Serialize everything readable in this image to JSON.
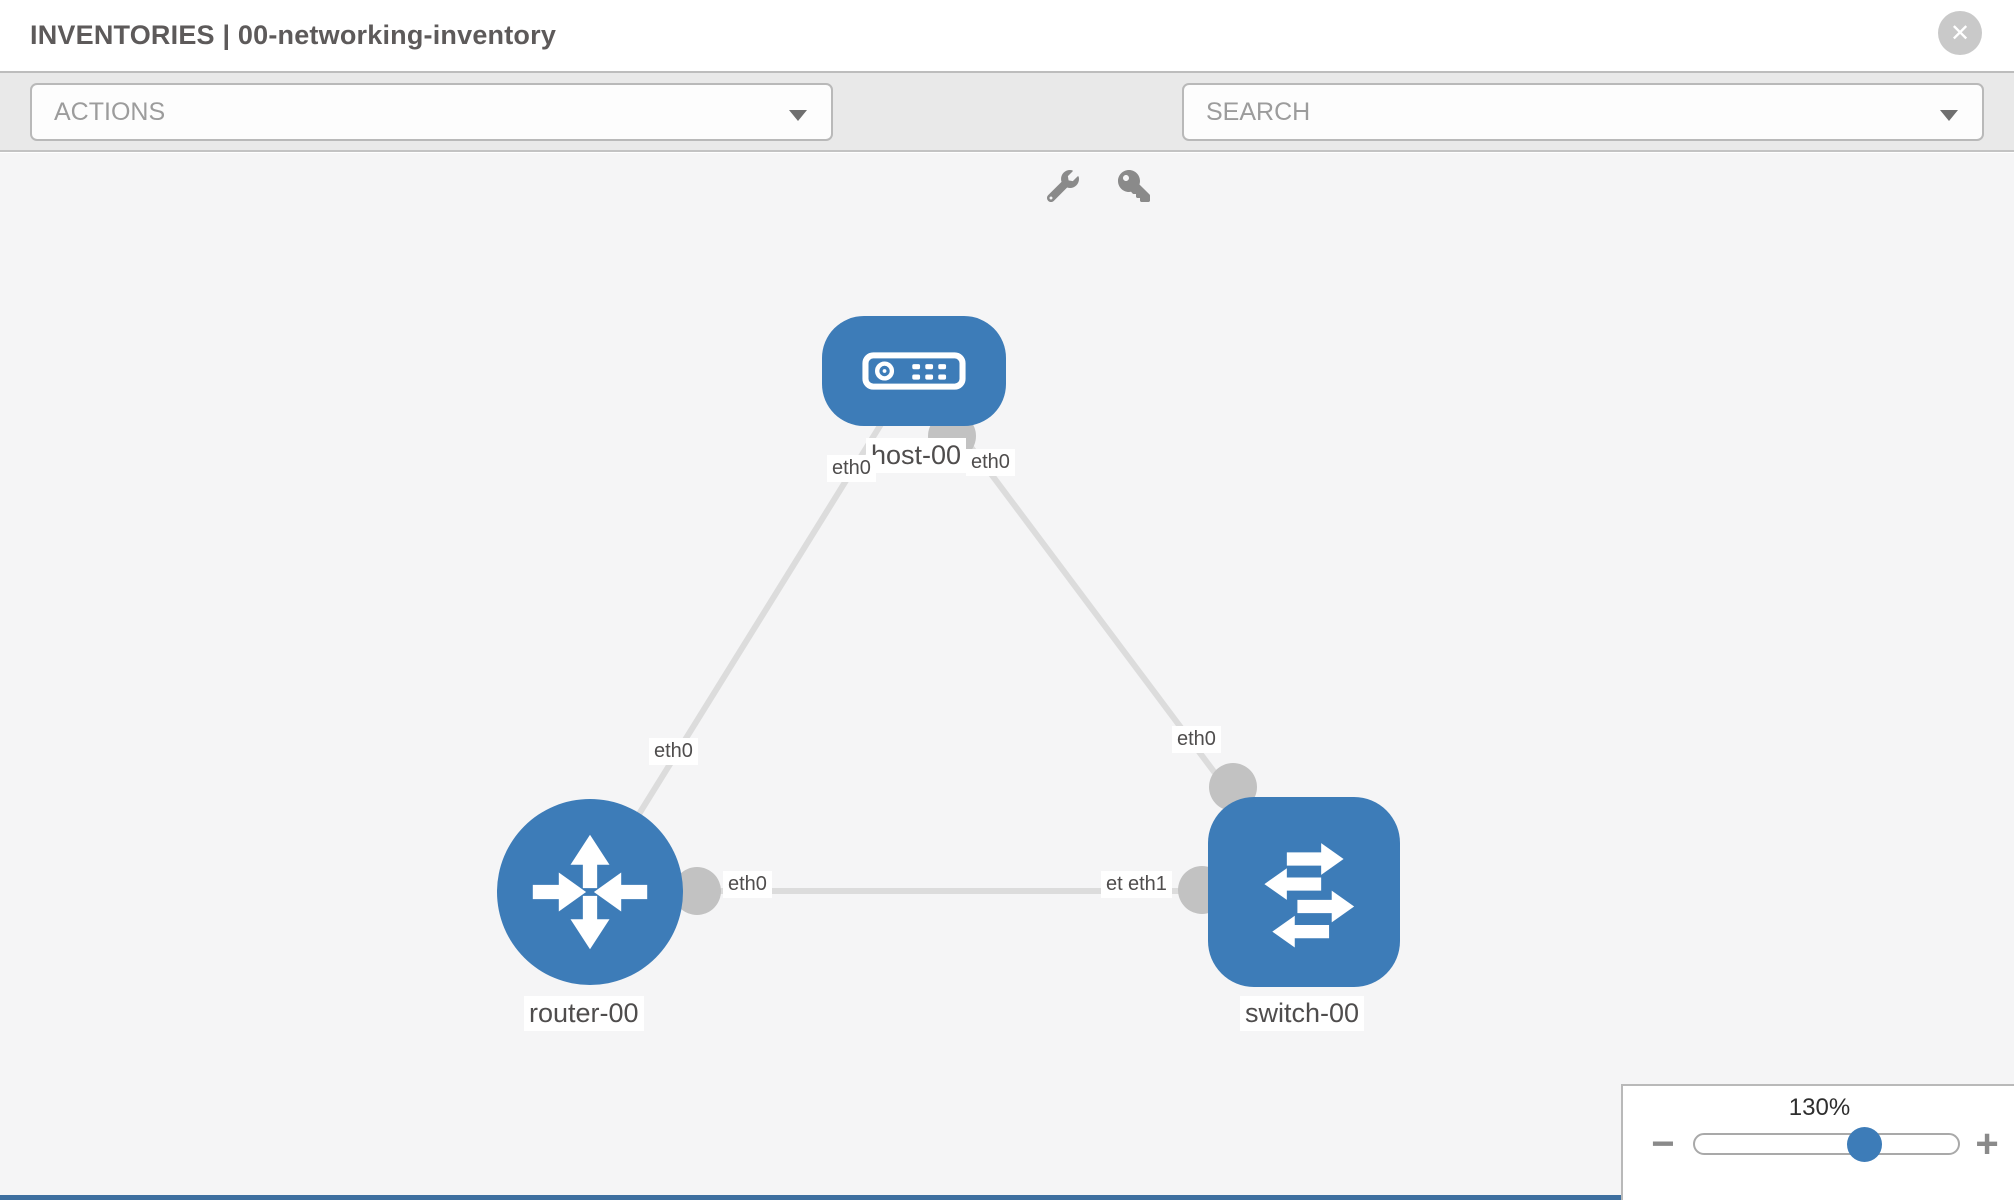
{
  "header": {
    "title": "INVENTORIES | 00-networking-inventory",
    "close_glyph": "✕"
  },
  "toolbar": {
    "actions_placeholder": "ACTIONS",
    "search_placeholder": "SEARCH",
    "icons": [
      "wrench-icon",
      "key-icon"
    ]
  },
  "topology": {
    "nodes": [
      {
        "label": "host-00",
        "type": "host"
      },
      {
        "label": "router-00",
        "type": "router"
      },
      {
        "label": "switch-00",
        "type": "switch"
      }
    ],
    "links": [
      {
        "from": "router-00",
        "to": "host-00"
      },
      {
        "from": "host-00",
        "to": "switch-00"
      },
      {
        "from": "router-00",
        "to": "switch-00"
      }
    ],
    "iface_labels": [
      {
        "text": "eth0"
      },
      {
        "text": "eth0"
      },
      {
        "text": "eth0"
      },
      {
        "text": "eth0"
      },
      {
        "text": "eth0"
      },
      {
        "text": "eth0"
      },
      {
        "text": "eth1"
      }
    ]
  },
  "zoom": {
    "level": "130%",
    "minus_glyph": "−",
    "plus_glyph": "+"
  },
  "colors": {
    "node_blue": "#3d7cb8",
    "link_gray": "#dcdcdc",
    "endpoint_gray": "#c2c2c2",
    "canvas_bg": "#f5f5f6",
    "toolbar_bg": "#e9e9e9"
  }
}
